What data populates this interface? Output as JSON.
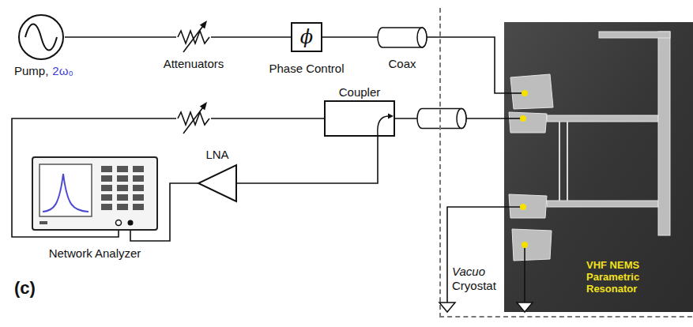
{
  "diagram": {
    "nodes": [
      {
        "text": [
          "Pump,",
          "2ω₀"
        ]
      },
      {
        "text": [
          "ϕ",
          "Phase Control"
        ]
      },
      {
        "text": [
          "Vacuo",
          "Cryostat"
        ]
      },
      {
        "text": [
          "VHF NEMS Parametric Resonator"
        ],
        "in": 2
      },
      {
        "text": [
          "Coupler"
        ]
      },
      {
        "text": [
          "LNA"
        ]
      },
      {
        "text": [
          "Network Analyzer"
        ]
      }
    ],
    "edges": [
      {
        "from": 0,
        "to": 1,
        "arrow": "none"
      },
      {
        "from": 1,
        "to": 3,
        "arrow": "none"
      },
      {
        "from": 4,
        "to": 3,
        "arrow": "none"
      },
      {
        "from": 4,
        "to": 5,
        "arrow": "none"
      },
      {
        "from": 5,
        "to": 6,
        "arrow": "none"
      },
      {
        "from": 6,
        "to": 4,
        "arrow": "none"
      }
    ],
    "labels": [
      "Attenuators",
      "Coax",
      "(c)"
    ]
  }
}
